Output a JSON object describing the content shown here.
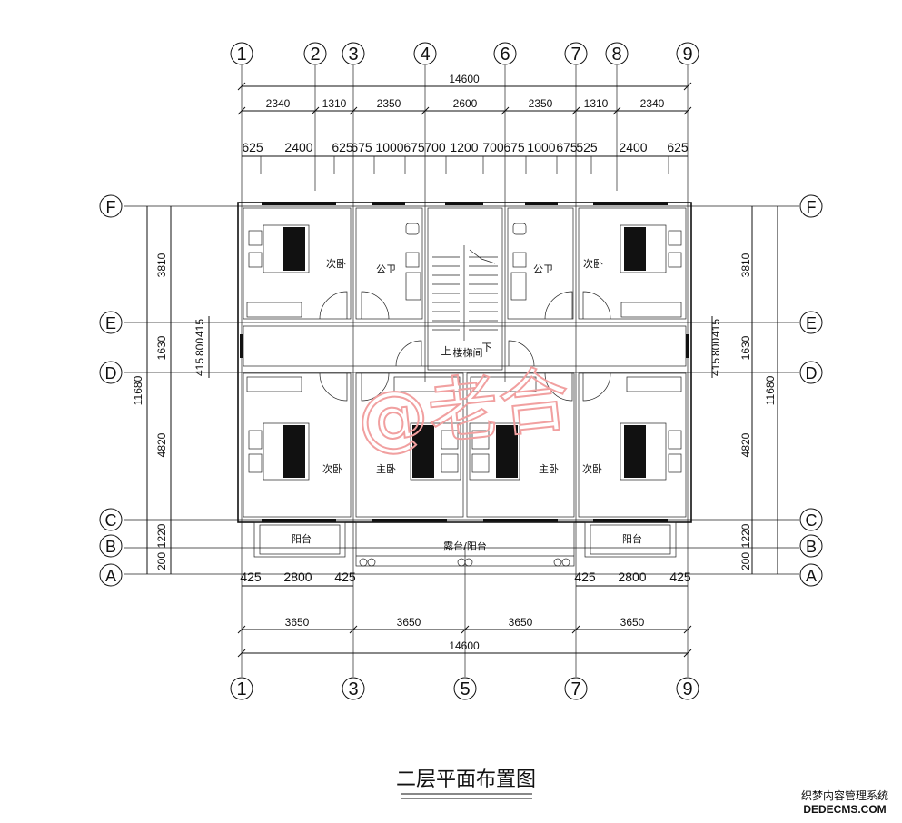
{
  "drawing": {
    "title": "二层平面布置图",
    "watermark": "@老合",
    "corner_logo_line1": "织梦内容管理系统",
    "corner_logo_line2": "DEDECMS.COM"
  },
  "axes": {
    "top_numbers": [
      "1",
      "2",
      "3",
      "4",
      "6",
      "7",
      "8",
      "9"
    ],
    "bottom_numbers": [
      "1",
      "3",
      "5",
      "7",
      "9"
    ],
    "side_letters": [
      "F",
      "E",
      "D",
      "C",
      "B",
      "A"
    ]
  },
  "dimensions": {
    "top_total": "14600",
    "top_row1": [
      "2340",
      "1310",
      "2350",
      "2600",
      "2350",
      "1310",
      "2340"
    ],
    "top_row2": [
      "625",
      "2400",
      "625",
      "675",
      "1000",
      "675",
      "700",
      "1200",
      "700",
      "675",
      "1000",
      "675",
      "525",
      "2400",
      "625"
    ],
    "left_total": "11680",
    "right_total": "11680",
    "left_inner": [
      "3810",
      "1630",
      "4820",
      "1220",
      "200"
    ],
    "right_inner": [
      "3810",
      "1630",
      "4820",
      "1220",
      "200"
    ],
    "corridor_left": [
      "415",
      "800",
      "415"
    ],
    "corridor_right": [
      "415",
      "800",
      "415"
    ],
    "balcony_row": [
      "425",
      "2800",
      "425",
      "425",
      "2800",
      "425"
    ],
    "bottom_row1": [
      "3650",
      "3650",
      "3650",
      "3650"
    ],
    "bottom_total": "14600"
  },
  "rooms": {
    "secondary_bedroom": "次卧",
    "public_bath": "公卫",
    "stairwell": "楼梯间",
    "stair_up": "上",
    "stair_down": "下",
    "master_bedroom": "主卧",
    "balcony": "阳台",
    "terrace": "露台/阳台"
  },
  "colors": {
    "line": "#111111",
    "watermark": "#f1a0a0",
    "background": "#ffffff"
  }
}
